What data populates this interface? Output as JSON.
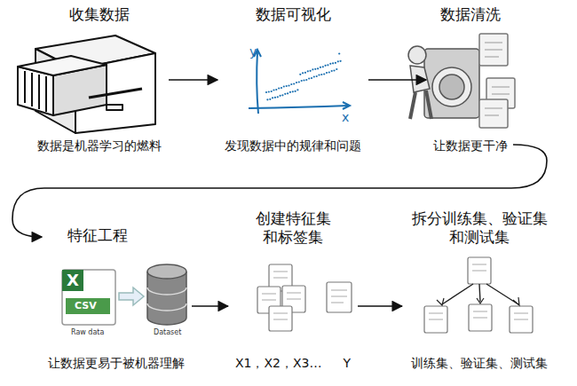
{
  "diagram": {
    "nodes": [
      {
        "text": [
          "收集数据",
          "数据是机器学习的燃料"
        ]
      },
      {
        "text": [
          "数据可视化",
          "发现数据中的规律和问题"
        ]
      },
      {
        "text": [
          "数据清洗",
          "让数据更干净"
        ]
      },
      {
        "text": [
          "特征工程",
          "让数据更易于被机器理解"
        ]
      },
      {
        "text": [
          "创建特征集 和标签集",
          "X1，X2，X3…",
          "Y"
        ]
      },
      {
        "text": [
          "拆分训练集、验证集 和测试集",
          "训练集、验证集、测试集"
        ]
      }
    ],
    "edges": [
      {
        "from": 0,
        "to": 1,
        "arrow": "to"
      },
      {
        "from": 1,
        "to": 2,
        "arrow": "to"
      },
      {
        "from": 2,
        "to": 3,
        "arrow": "to"
      },
      {
        "from": 3,
        "to": 4,
        "arrow": "to"
      },
      {
        "from": 4,
        "to": 5,
        "arrow": "to"
      }
    ],
    "labels": [
      "y",
      "x",
      "X",
      "CSV",
      "Raw data",
      "Dataset"
    ]
  }
}
